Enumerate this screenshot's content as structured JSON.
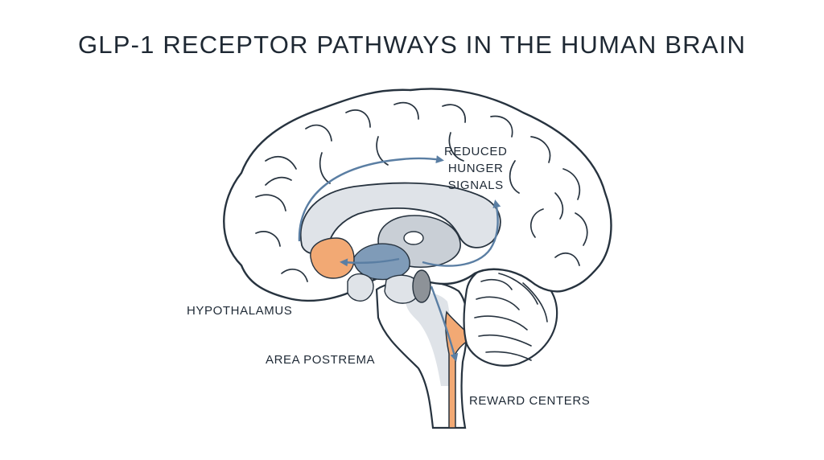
{
  "title": "GLP-1 RECEPTOR PATHWAYS IN THE HUMAN BRAIN",
  "labels": {
    "reduced_hunger": [
      "REDUCED",
      "HUNGER",
      "SIGNALS"
    ],
    "hypothalamus": "HYPOTHALAMUS",
    "area_postrema": "AREA POSTREMA",
    "reward_centers": "REWARD CENTERS"
  },
  "colors": {
    "outline": "#27333f",
    "tissue": "#ffffff",
    "inner_gray": "#dfe3e8",
    "mid_gray": "#c9cfd6",
    "dark_gray": "#8d9298",
    "highlight_blue": "#7f9bb8",
    "highlight_orange": "#f2a974",
    "arrow": "#5a7ea3"
  }
}
